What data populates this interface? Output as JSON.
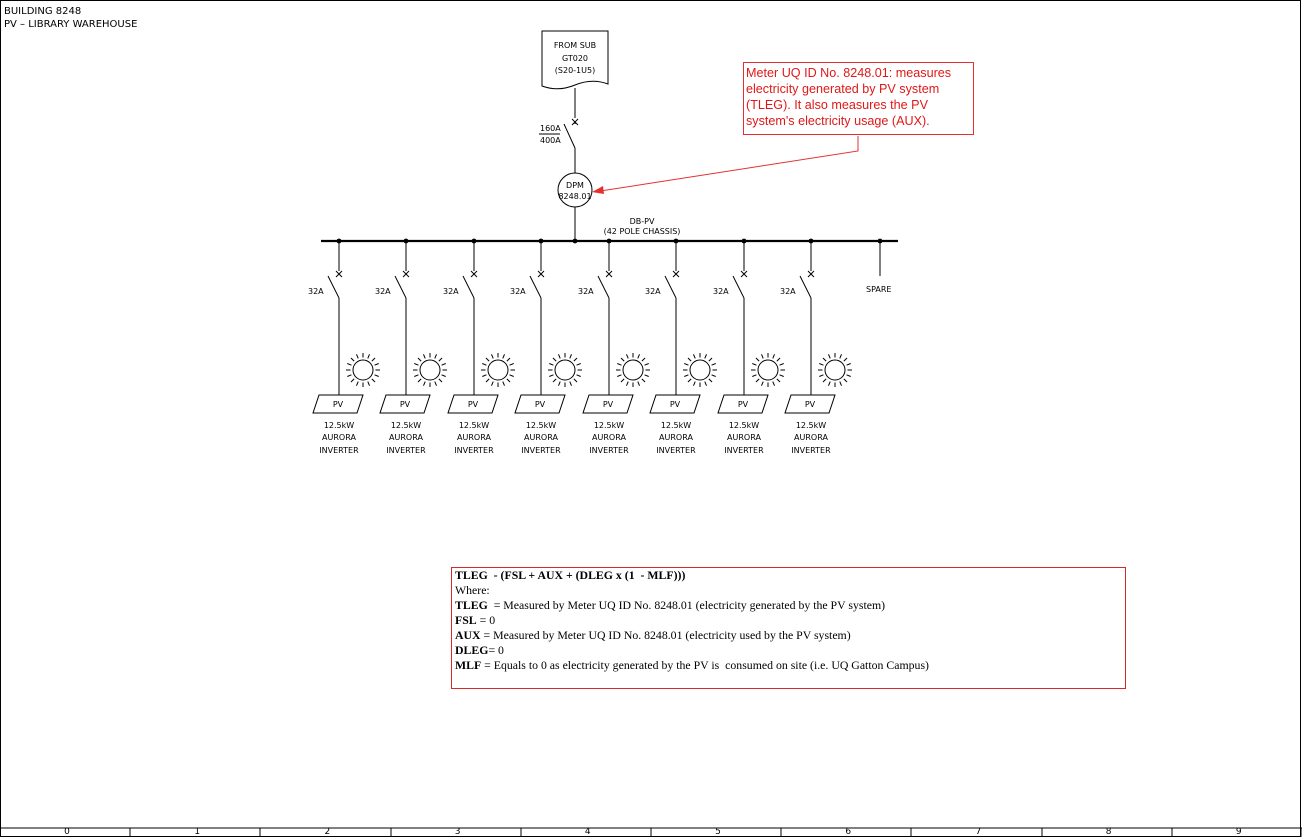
{
  "header": {
    "building": "BUILDING 8248",
    "project": "PV – LIBRARY WAREHOUSE"
  },
  "source": {
    "line1": "FROM SUB",
    "line2": "GT020",
    "line3": "(S20-1U5)"
  },
  "main_breaker": {
    "trip": "160A",
    "frame": "400A"
  },
  "meter": {
    "line1": "DPM",
    "line2": "8248.01"
  },
  "board": {
    "name": "DB-PV",
    "chassis": "(42 POLE CHASSIS)"
  },
  "circuits": [
    {
      "breaker": "32A",
      "pv": "PV",
      "rating": "12.5kW",
      "model": "AURORA",
      "type": "INVERTER"
    },
    {
      "breaker": "32A",
      "pv": "PV",
      "rating": "12.5kW",
      "model": "AURORA",
      "type": "INVERTER"
    },
    {
      "breaker": "32A",
      "pv": "PV",
      "rating": "12.5kW",
      "model": "AURORA",
      "type": "INVERTER"
    },
    {
      "breaker": "32A",
      "pv": "PV",
      "rating": "12.5kW",
      "model": "AURORA",
      "type": "INVERTER"
    },
    {
      "breaker": "32A",
      "pv": "PV",
      "rating": "12.5kW",
      "model": "AURORA",
      "type": "INVERTER"
    },
    {
      "breaker": "32A",
      "pv": "PV",
      "rating": "12.5kW",
      "model": "AURORA",
      "type": "INVERTER"
    },
    {
      "breaker": "32A",
      "pv": "PV",
      "rating": "12.5kW",
      "model": "AURORA",
      "type": "INVERTER"
    },
    {
      "breaker": "32A",
      "pv": "PV",
      "rating": "12.5kW",
      "model": "AURORA",
      "type": "INVERTER"
    }
  ],
  "spare_label": "SPARE",
  "callout": {
    "text": "Meter UQ ID No. 8248.01: measures electricity generated by PV system (TLEG). It also measures the PV system's electricity usage (AUX)."
  },
  "formula": {
    "equation": "TLEG  - (FSL + AUX + (DLEG x (1  - MLF)))",
    "where": "Where:",
    "definitions": [
      {
        "term": "TLEG",
        "text": "  = Measured by Meter UQ ID No. 8248.01 (electricity generated by the PV system)"
      },
      {
        "term": "FSL",
        "text": " = 0"
      },
      {
        "term": "AUX",
        "text": " = Measured by Meter UQ ID No. 8248.01 (electricity used by the PV system)"
      },
      {
        "term": "DLEG",
        "text": "= 0"
      },
      {
        "term": "MLF",
        "text": " = Equals to 0 as electricity generated by the PV is  consumed on site (i.e. UQ Gatton Campus)"
      }
    ]
  },
  "ruler": {
    "labels": [
      "0",
      "1",
      "2",
      "3",
      "4",
      "5",
      "6",
      "7",
      "8",
      "9"
    ]
  },
  "colors": {
    "line": "#000000",
    "annotation": "#e53030"
  }
}
